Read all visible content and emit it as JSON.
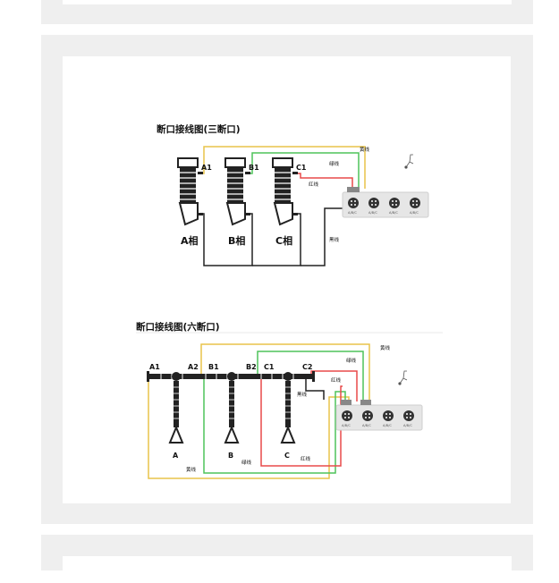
{
  "diagram1": {
    "title": "断口接线图(三断口)",
    "terminals": [
      "A1",
      "B1",
      "C1"
    ],
    "phases": [
      "A相",
      "B相",
      "C相"
    ],
    "wires": {
      "yellow": "黄线",
      "green": "绿线",
      "red": "红线",
      "black": "黑线"
    }
  },
  "diagram2": {
    "title": "断口接线图(六断口)",
    "terminals": [
      "A1",
      "A2",
      "B1",
      "B2",
      "C1",
      "C2"
    ],
    "phases": [
      "A",
      "B",
      "C"
    ],
    "wires": {
      "yellow_top": "黄线",
      "green_top": "绿线",
      "red_top": "红线",
      "black": "黑线",
      "yellow_bottom": "黄线",
      "green_bottom": "绿线",
      "red_bottom": "红线"
    }
  },
  "instrument": {
    "port_labels": [
      "A/B/C",
      "A/B/C",
      "A/B/C",
      "A/B/C"
    ]
  },
  "colors": {
    "yellow": "#e8c44a",
    "green": "#4fc35a",
    "red": "#e84a4a",
    "black": "#222222",
    "panel": "#efefef"
  }
}
